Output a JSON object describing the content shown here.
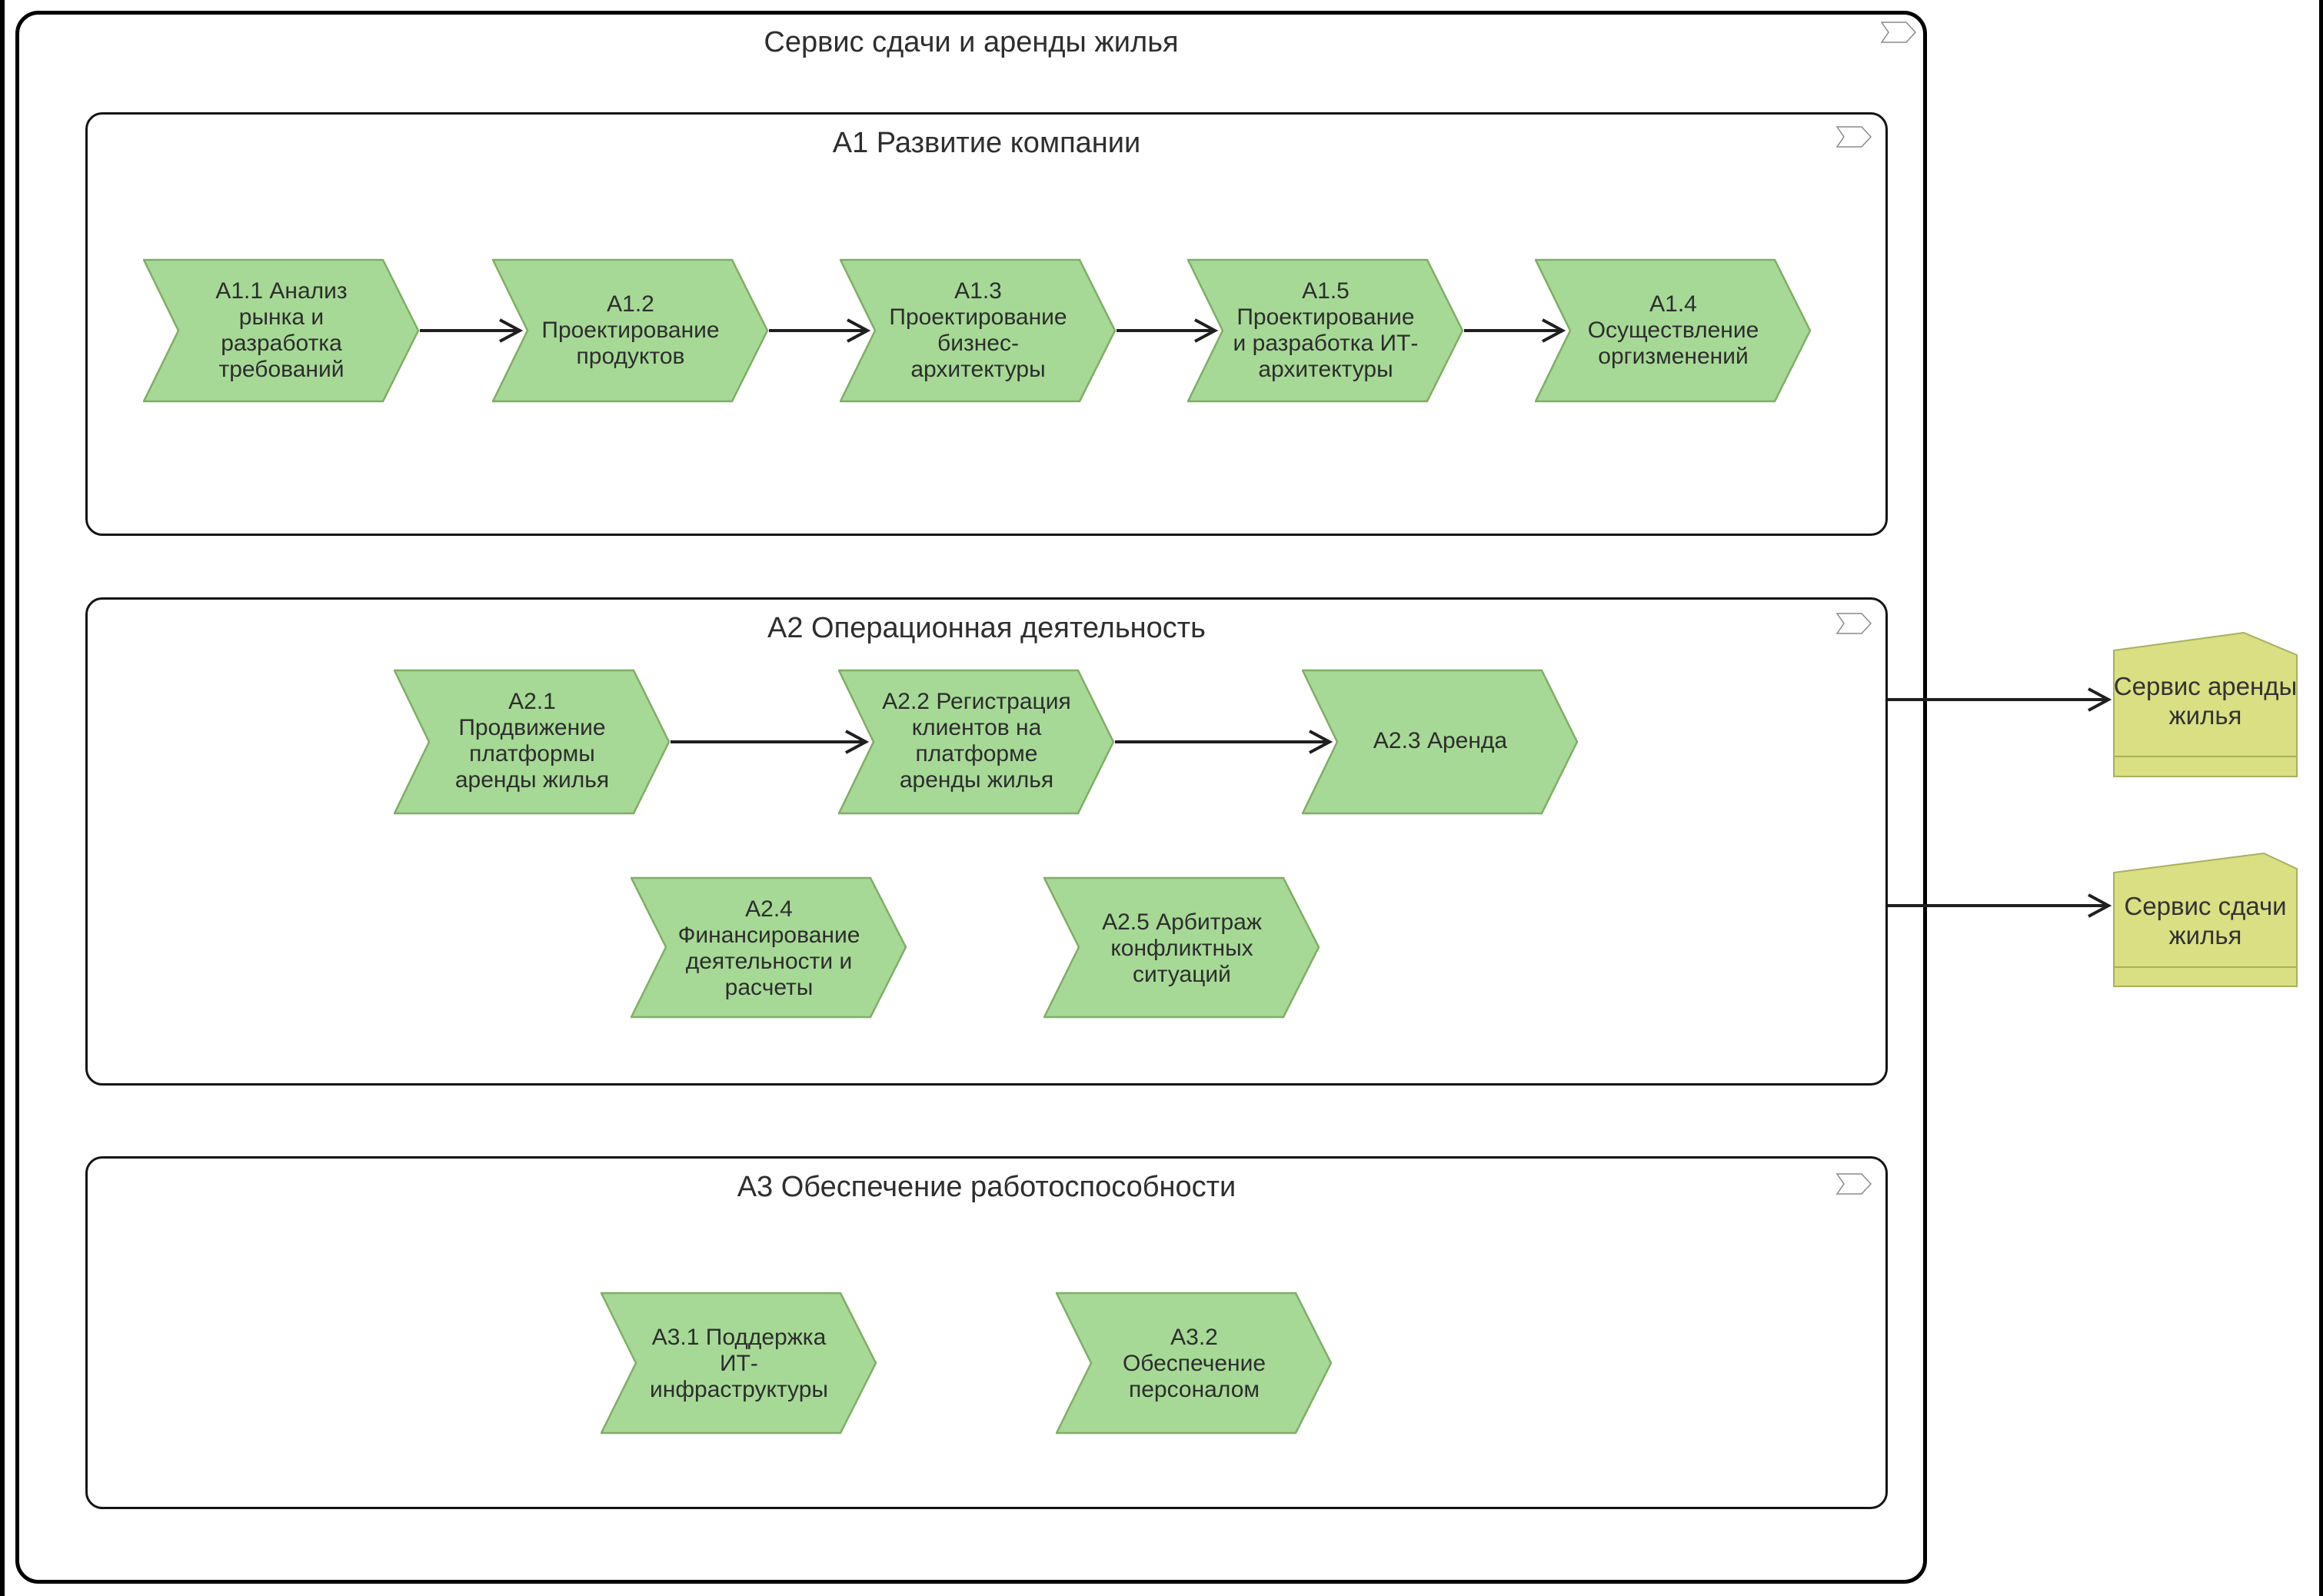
{
  "diagram": {
    "title": "Сервис сдачи и аренды жилья",
    "groups": [
      {
        "title": "А1 Развитие компании",
        "steps": [
          "А1.1 Анализ\nрынка и\nразработка\nтребований",
          "А1.2\nПроектирование\nпродуктов",
          "А1.3\nПроектирование\nбизнес-\nархитектуры",
          "А1.5\nПроектирование\nи разработка ИТ-\nархитектуры",
          "А1.4\nОсуществление\nоргизменений"
        ]
      },
      {
        "title": "А2 Операционная деятельность",
        "steps_row1": [
          "А2.1\nПродвижение\nплатформы\nаренды жилья",
          "А2.2 Регистрация\nклиентов на\nплатформе\nаренды жилья",
          "А2.3 Аренда"
        ],
        "steps_row2": [
          "А2.4\nФинансирование\nдеятельности и\nрасчеты",
          "А2.5 Арбитраж\nконфликтных\nситуаций"
        ]
      },
      {
        "title": "А3 Обеспечение работоспособности",
        "steps": [
          "А3.1 Поддержка\nИТ-\nинфраструктуры",
          "А3.2\nОбеспечение\nперсоналом"
        ]
      }
    ],
    "services": [
      "Сервис аренды\nжилья",
      "Сервис сдачи\nжилья"
    ],
    "icons": {
      "corner": "process-chevron-icon"
    },
    "colors": {
      "process_fill": "#a6d996",
      "process_stroke": "#7fae66",
      "service_fill": "#d9df82",
      "service_stroke": "#a8b05e",
      "line": "#1f1f1f",
      "text": "#2d2d2d"
    }
  }
}
